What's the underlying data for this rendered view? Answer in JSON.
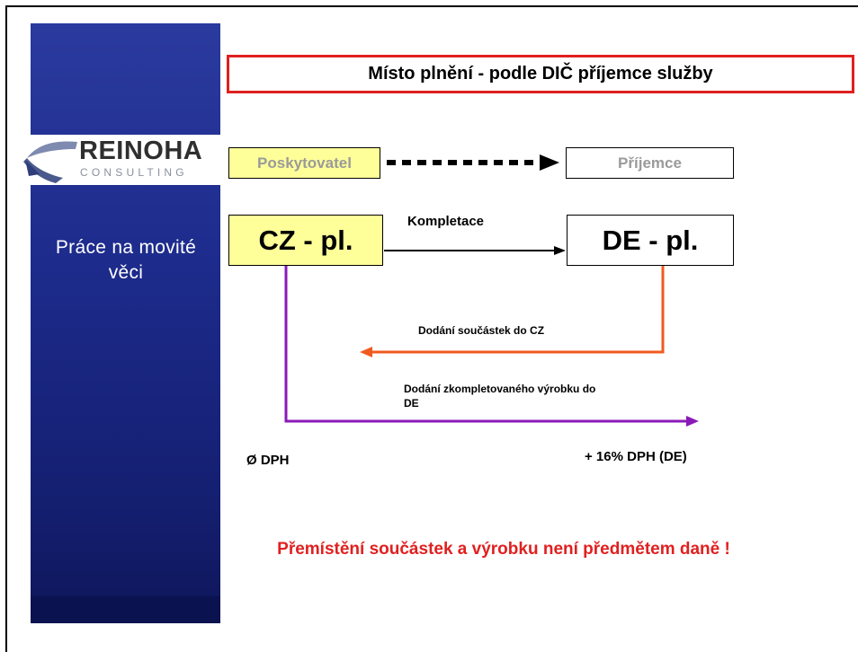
{
  "title": "Místo plnění - podle DIČ příjemce služby",
  "logo": {
    "name": "REINOHA",
    "subtitle": "CONSULTING"
  },
  "sidebar": {
    "topic": "Práce na movité věci"
  },
  "roles": {
    "provider": "Poskytovatel",
    "recipient": "Příjemce"
  },
  "parties": {
    "left": "CZ - pl.",
    "right": "DE - pl."
  },
  "flows": {
    "completion": "Kompletace",
    "parts_delivery": "Dodání součástek do CZ",
    "product_delivery": "Dodání zkompletovaného výrobku do DE"
  },
  "vat": {
    "left": "Ø DPH",
    "right": "+ 16% DPH (DE)"
  },
  "note": "Přemístění součástek a výrobku není předmětem daně !",
  "colors": {
    "sidebar": "#1d2b8c",
    "title_border": "#e02020",
    "highlight_box": "#ffff99",
    "orange_arrow": "#f05a1e",
    "purple_arrow": "#8a1ab8",
    "note_text": "#e02020"
  }
}
